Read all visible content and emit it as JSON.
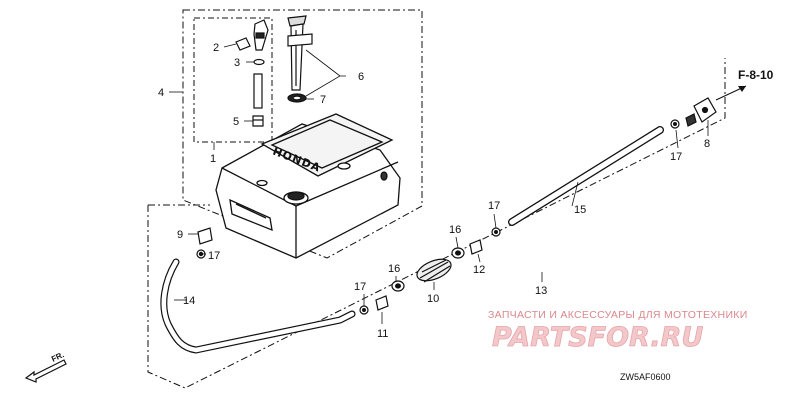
{
  "callouts": {
    "c1": "1",
    "c2": "2",
    "c3": "3",
    "c4": "4",
    "c5": "5",
    "c6": "6",
    "c7": "7",
    "c8": "8",
    "c9": "9",
    "c10": "10",
    "c11": "11",
    "c12": "12",
    "c13": "13",
    "c14": "14",
    "c15": "15",
    "c16a": "16",
    "c16b": "16",
    "c17a": "17",
    "c17b": "17",
    "c17c": "17",
    "c17d": "17"
  },
  "reference": "F-8-10",
  "front_label": "FR.",
  "diagram_code": "ZW5AF0600",
  "tank_brand": "HONDA",
  "watermark": {
    "line1": "ЗАПЧАСТИ И АКСЕССУАРЫ ДЛЯ МОТОТЕХНИКИ",
    "brand": "PARTSFOR.RU"
  },
  "colors": {
    "line": "#111111",
    "watermark_text": "#d9888c",
    "watermark_fill": "#f3c8ca"
  }
}
